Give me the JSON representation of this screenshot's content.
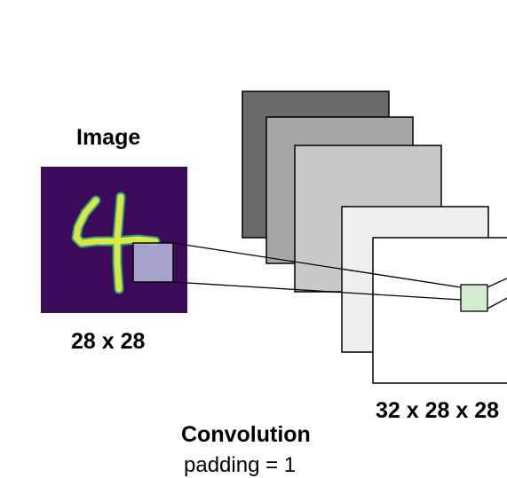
{
  "input": {
    "title": "Image",
    "size_label": "28 x 28",
    "digit": "4",
    "colors": {
      "background": "#3d0a5a",
      "stroke": "#dce83a",
      "stroke_edge": "#2a9a8a"
    }
  },
  "feature_maps": {
    "size_label": "32 x 28 x 28",
    "fills": [
      "#696969",
      "#a6a6a6",
      "#c9c9c9",
      "#efefef",
      "#ffffff"
    ]
  },
  "kernel": {
    "color": "#b8bde0"
  },
  "output_patch": {
    "color": "#d5ebd0"
  },
  "operation": {
    "name": "Convolution",
    "detail": "padding = 1"
  }
}
